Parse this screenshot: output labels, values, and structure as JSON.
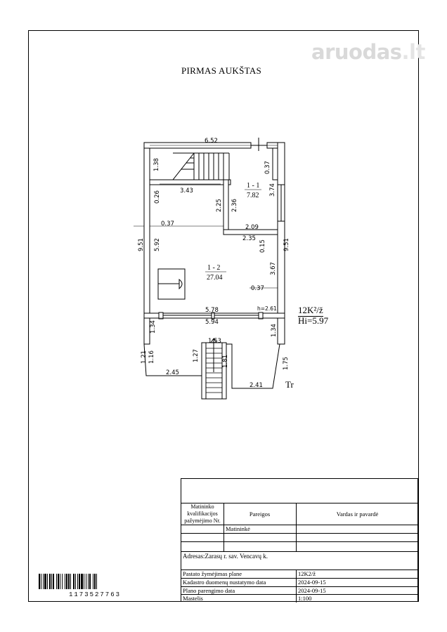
{
  "watermark": {
    "text": "aruodas",
    "suffix": ".lt"
  },
  "plan": {
    "title": "PIRMAS AUKŠTAS",
    "rooms": [
      {
        "id": "1 - 1",
        "area": "7.82"
      },
      {
        "id": "1 - 2",
        "area": "27.04"
      }
    ],
    "dimensions": {
      "top_width": "6.52",
      "stair_h": "1.38",
      "d343": "3.43",
      "d037a": "0.37",
      "d374": "3.74",
      "d026": "0.26",
      "d225": "2.25",
      "d236": "2.36",
      "d037b": "0.37",
      "d209": "2.09",
      "d235": "2.35",
      "left_height": "9.51",
      "right_height": "9.51",
      "d592": "5.92",
      "d015": "0.15",
      "d367": "3.67",
      "d037c": "0.37",
      "d578": "5.78",
      "d594": "5.94",
      "h_label": "h=2.61",
      "d134a": "1.34",
      "d134b": "1.34",
      "d153": "1.53",
      "d121": "1.21",
      "d116": "1.16",
      "d127": "1.27",
      "d181": "1.81",
      "d175": "1.75",
      "d245": "2.45",
      "d241": "2.41"
    },
    "code": "12K²/ž",
    "hi": "Hi=5.97",
    "terrace": "Tr"
  },
  "title_block": {
    "col1_header": "Matininko kvalifikacijos pažymėjimo Nr.",
    "col2_header": "Pareigos",
    "col3_header": "Vardas ir pavardė",
    "role": "Matininkė",
    "address": "Adresas:Zarasų r. sav. Vencavų k.",
    "rows": [
      {
        "label": "Pastato žymėjimas plane",
        "value": "12K2/ž"
      },
      {
        "label": "Kadastro duomenų nustatymo data",
        "value": "2024-09-15"
      },
      {
        "label": "Plano parengimo data",
        "value": "2024-09-15"
      },
      {
        "label": "Mastelis",
        "value": "1:100"
      }
    ]
  },
  "barcode_number": "1173527763"
}
